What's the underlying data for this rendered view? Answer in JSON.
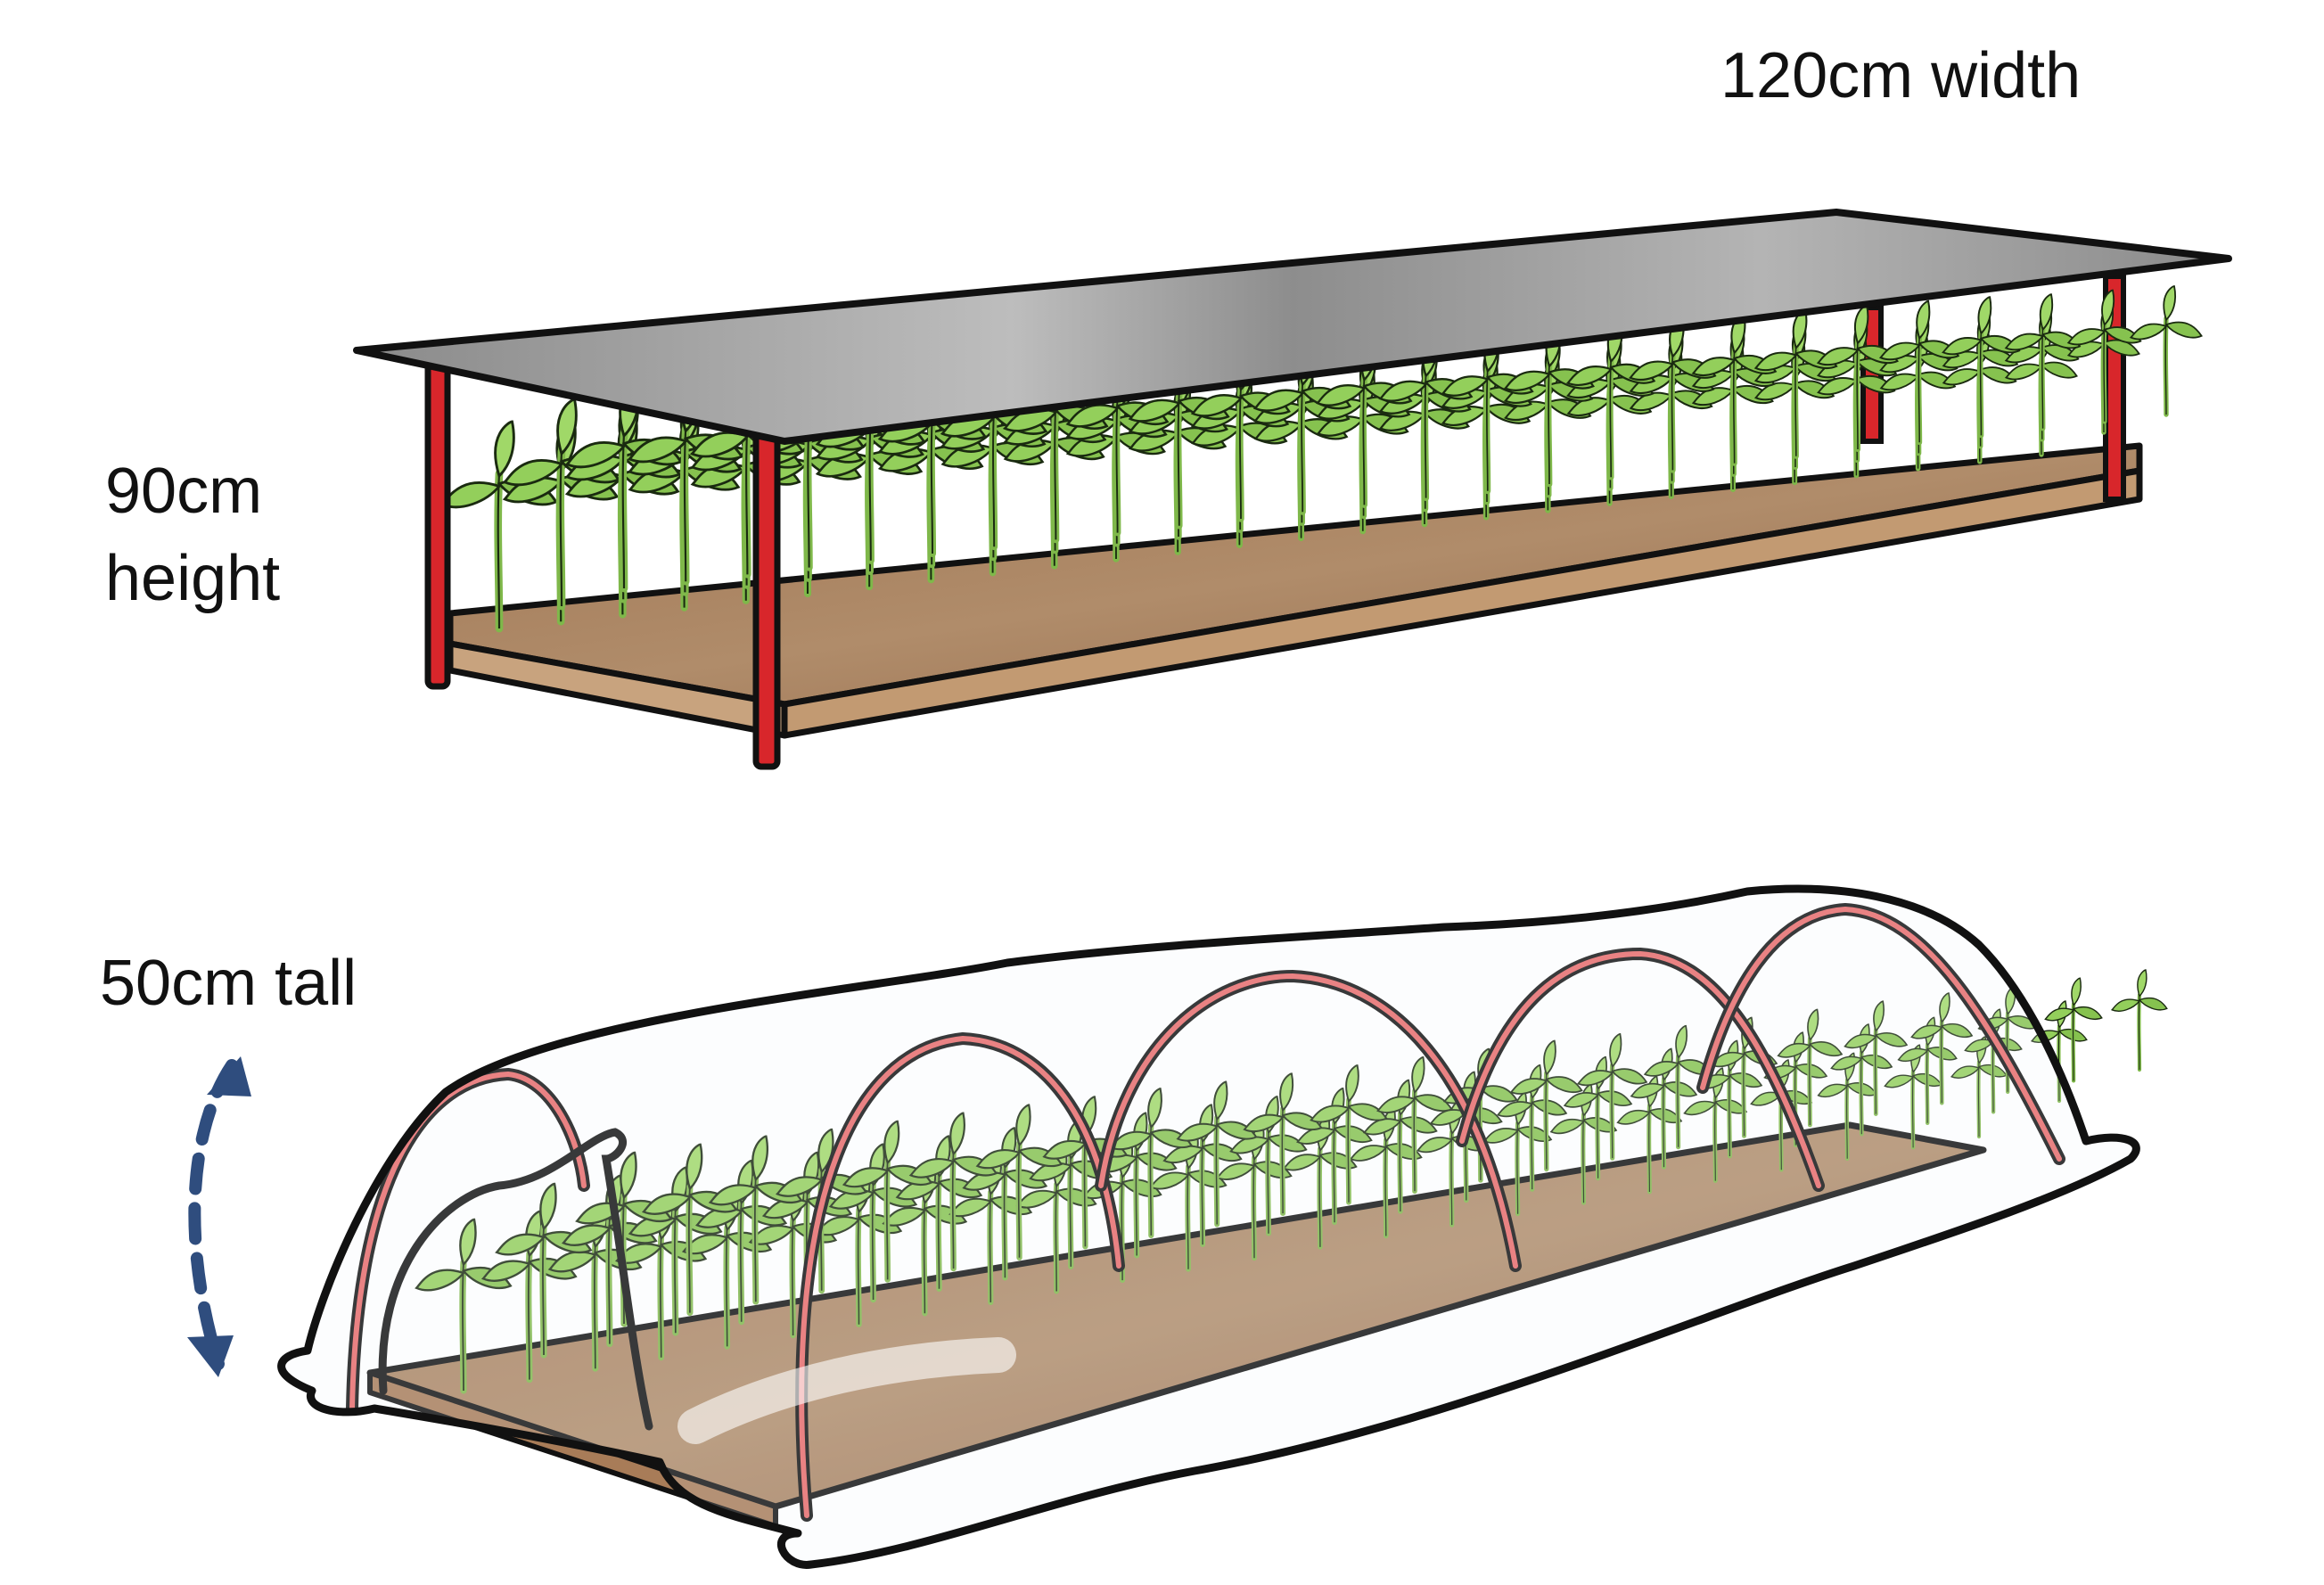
{
  "labels": {
    "width": "120cm width",
    "height_line1": "90cm",
    "height_line2": "height",
    "tall": "50cm tall"
  },
  "colors": {
    "soil": "#9b7250",
    "soil_edge": "#c8a37e",
    "leg_red": "#d8262b",
    "hoop_red": "#e05050",
    "roof_gray": "#8c8c8c",
    "plant_green": "#8cc850",
    "arrow_blue": "#2f4d7e",
    "outline": "#111111"
  },
  "icons": {
    "arrow": "curved-double-arrow-icon"
  }
}
